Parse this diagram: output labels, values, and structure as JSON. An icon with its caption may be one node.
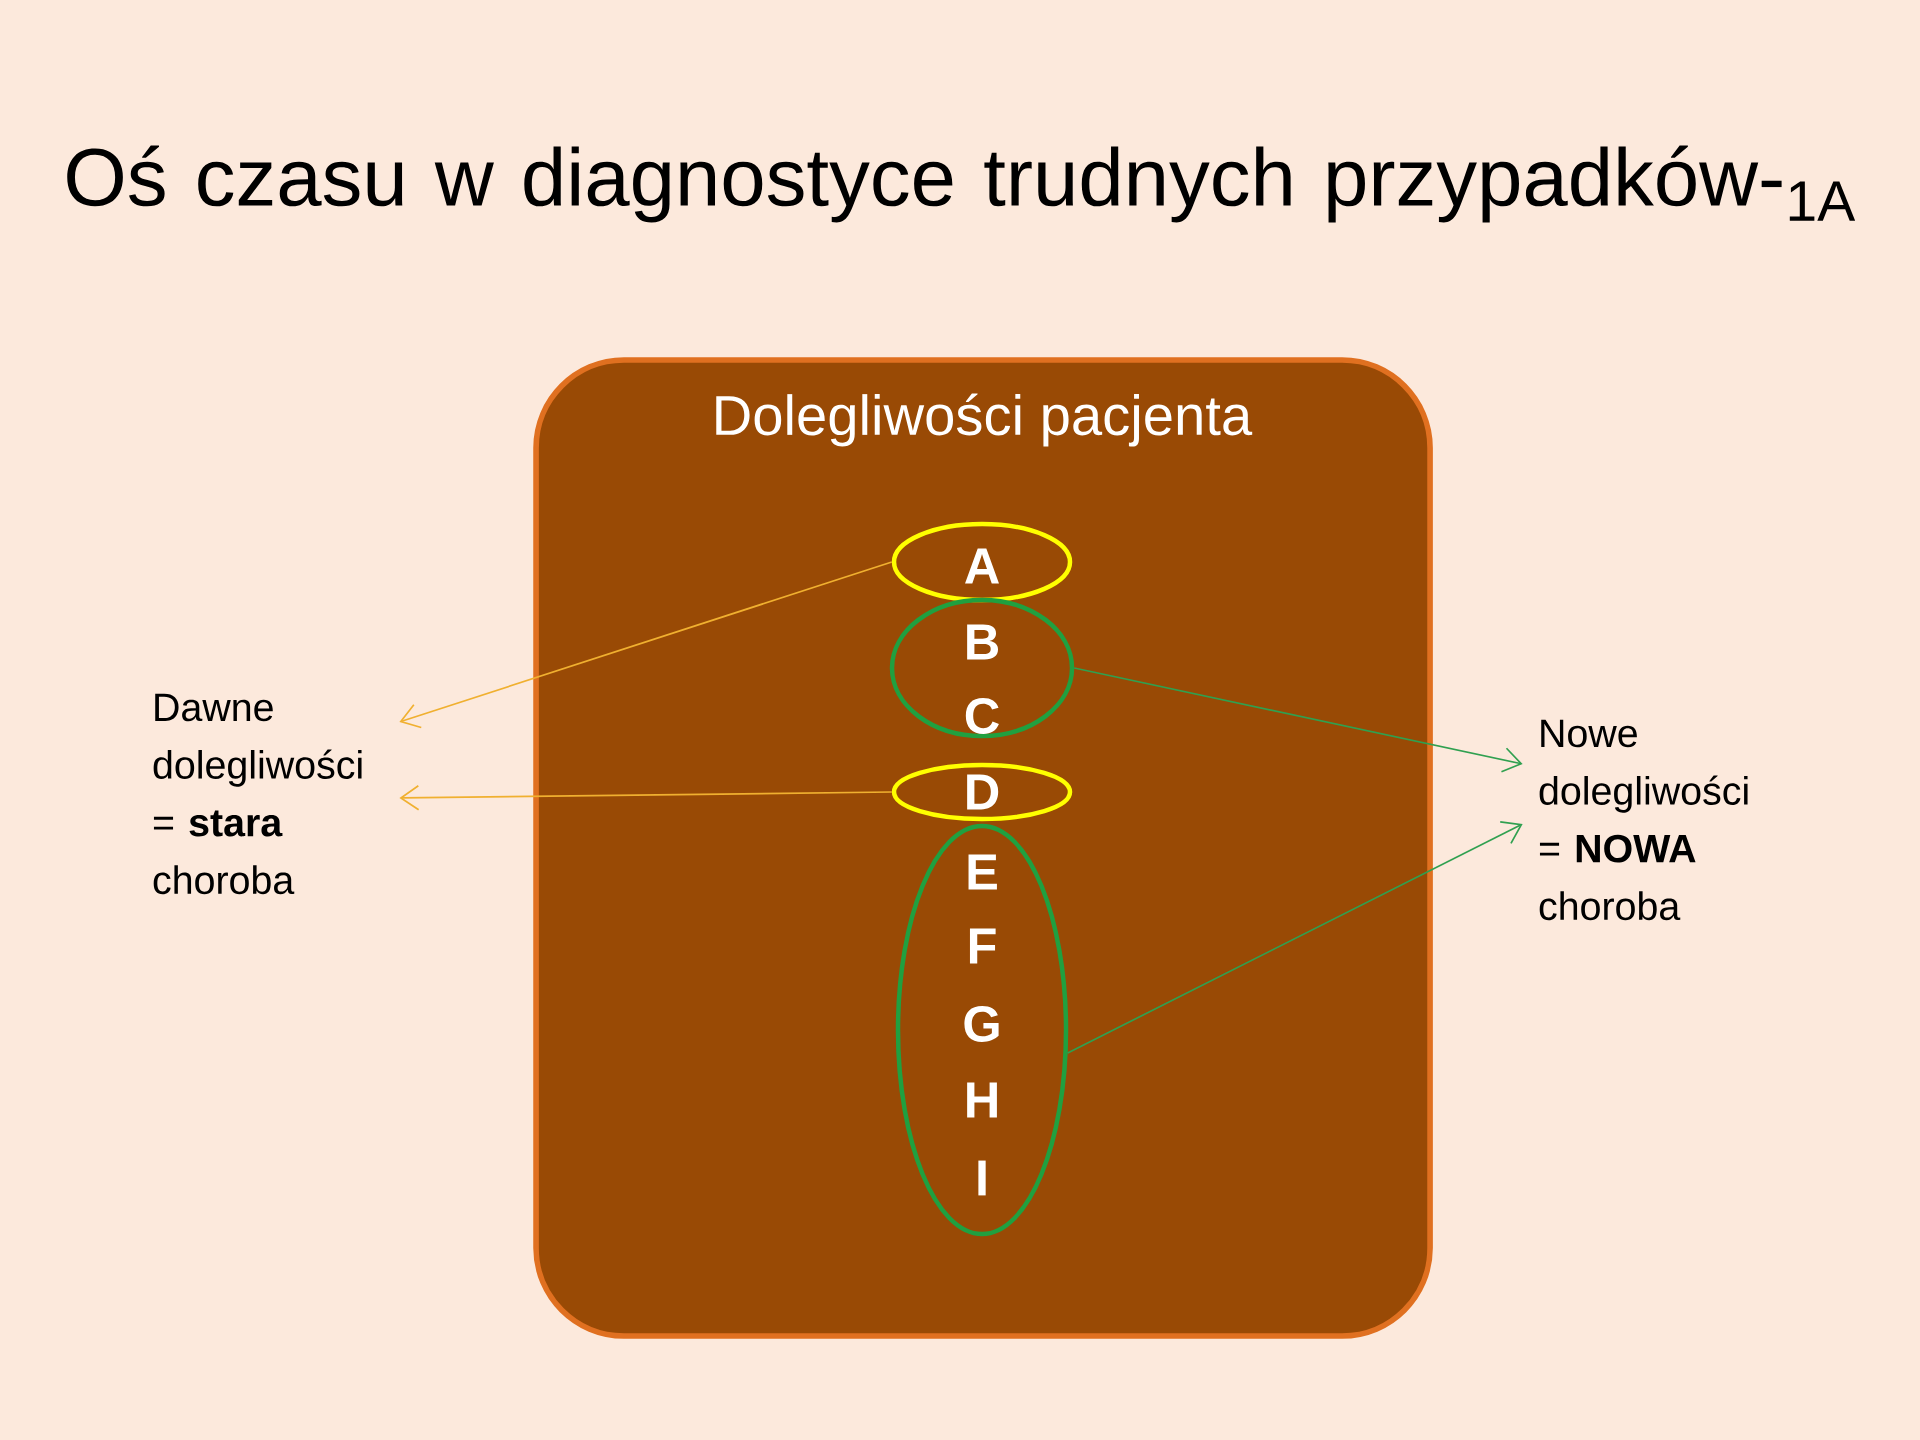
{
  "diagram": {
    "title": "Oś czasu w diagnostyce trudnych przypadków-$_{1A}$",
    "nodes": [
      {
        "text": [
          "Dolegliwości pacjenta"
        ]
      },
      {
        "text": [
          "A"
        ],
        "in": 0
      },
      {
        "text": [
          "B",
          "C"
        ],
        "in": 0
      },
      {
        "text": [
          "D"
        ],
        "in": 0
      },
      {
        "text": [
          "E",
          "F",
          "G",
          "H",
          "I"
        ],
        "in": 0
      },
      {
        "text": [
          "Dawne dolegliwości = **stara** choroba"
        ]
      },
      {
        "text": [
          "Nowe dolegliwości = **NOWA** choroba"
        ]
      }
    ],
    "edges": [
      {
        "from": 1,
        "to": 5,
        "arrow": "to",
        "color": "#f0b030"
      },
      {
        "from": 3,
        "to": 5,
        "arrow": "to",
        "color": "#f0b030"
      },
      {
        "from": 2,
        "to": 6,
        "arrow": "to",
        "color": "#30a050"
      },
      {
        "from": 4,
        "to": 6,
        "arrow": "to",
        "color": "#30a050"
      }
    ]
  }
}
